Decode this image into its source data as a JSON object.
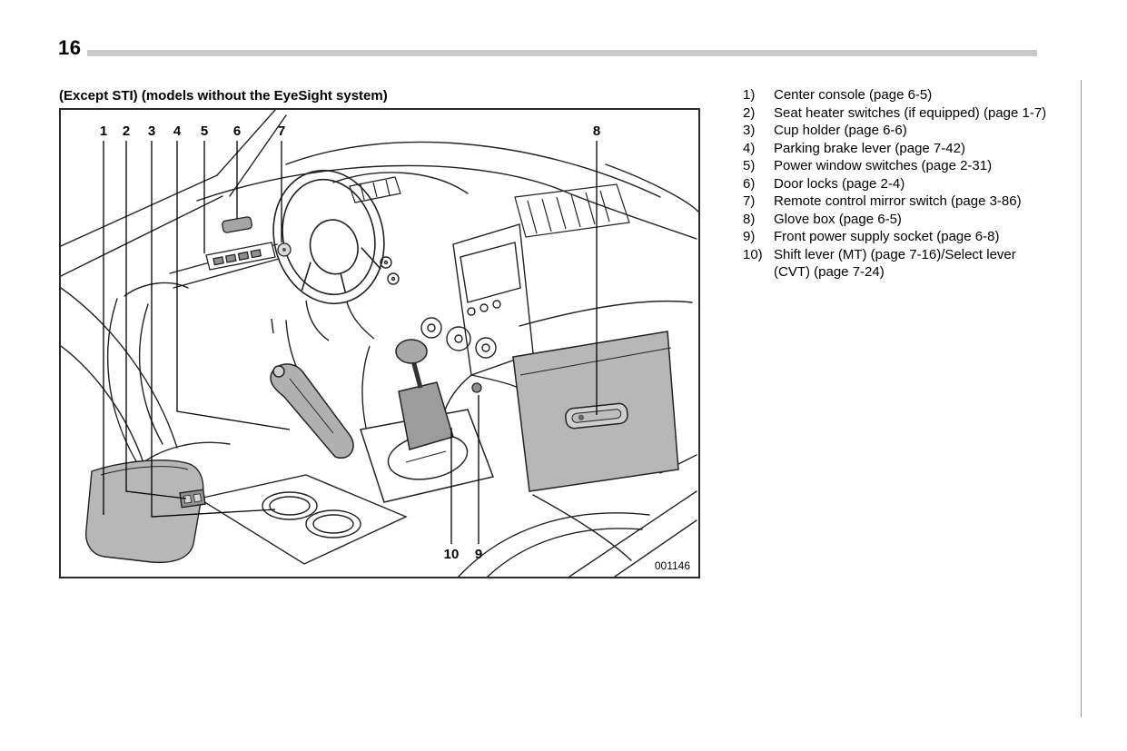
{
  "page": {
    "number": "16"
  },
  "figure": {
    "caption": "(Except STI) (models without the EyeSight system)",
    "code": "001146",
    "callouts": [
      "1",
      "2",
      "3",
      "4",
      "5",
      "6",
      "7",
      "8",
      "9",
      "10"
    ]
  },
  "legend": {
    "items": [
      {
        "num": "1)",
        "text": "Center console (page 6-5)"
      },
      {
        "num": "2)",
        "text": "Seat heater switches (if equipped) (page 1-7)"
      },
      {
        "num": "3)",
        "text": "Cup holder (page 6-6)"
      },
      {
        "num": "4)",
        "text": "Parking brake lever (page 7-42)"
      },
      {
        "num": "5)",
        "text": "Power window switches (page 2-31)"
      },
      {
        "num": "6)",
        "text": "Door locks (page 2-4)"
      },
      {
        "num": "7)",
        "text": "Remote control mirror switch (page 3-86)"
      },
      {
        "num": "8)",
        "text": "Glove box (page 6-5)"
      },
      {
        "num": "9)",
        "text": "Front power supply socket (page 6-8)"
      },
      {
        "num": "10)",
        "text": "Shift lever (MT) (page 7-16)/Select lever (CVT) (page 7-24)"
      }
    ]
  },
  "colors": {
    "header_bar": "#c9c9c9",
    "diagram_shade": "#b7b7b7",
    "line": "#222222"
  }
}
